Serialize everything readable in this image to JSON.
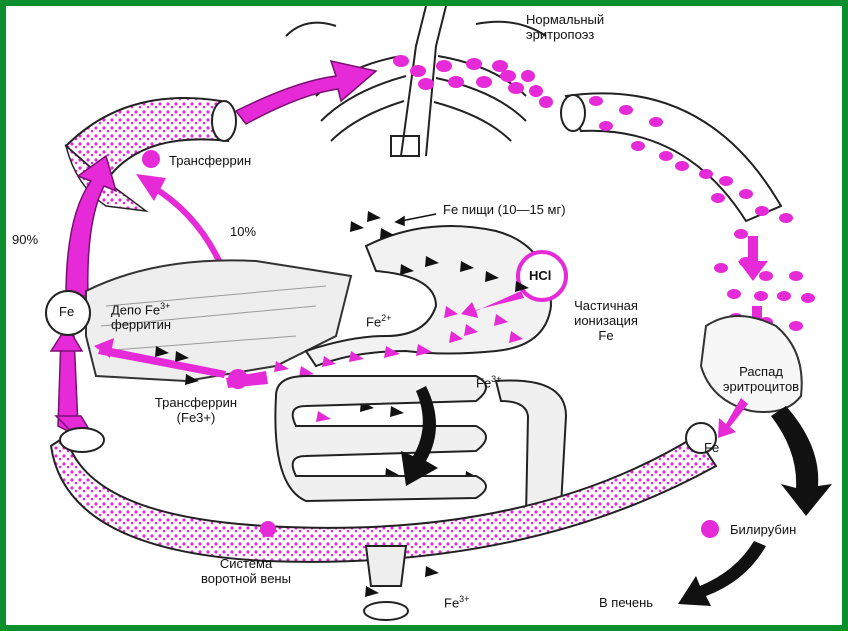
{
  "labels": {
    "normal_erythropoiesis_1": "Нормальный",
    "normal_erythropoiesis_2": "эритропоэз",
    "transferrin_top": "Трансферрин",
    "percent_90": "90%",
    "percent_10": "10%",
    "food_fe": "Fe пищи (10—15 мг)",
    "hcl": "HCl",
    "partial_ionization_1": "Частичная",
    "partial_ionization_2": "ионизация",
    "partial_ionization_3": "Fe",
    "depot_1": "Депо Fe",
    "depot_1_sup": "3+",
    "depot_2": "ферритин",
    "fe_left": "Fe",
    "fe2_base": "Fe",
    "fe2_sup": "2+",
    "fe3_mid_base": "Fe",
    "fe3_mid_sup": "3+",
    "transferrin_bottom_1": "Трансферрин",
    "transferrin_bottom_2": "(Fe3+)",
    "decay_1": "Распад",
    "decay_2": "эритроцитов",
    "fe_right": "Fe",
    "bilirubin": "Билирубин",
    "portal_1": "Система",
    "portal_2": "воротной вены",
    "fe3_bottom_base": "Fe",
    "fe3_bottom_sup": "3+",
    "to_liver": "В печень"
  },
  "colors": {
    "frame": "#0b8f2c",
    "magenta": "#e62ad8",
    "ink": "#111111"
  }
}
